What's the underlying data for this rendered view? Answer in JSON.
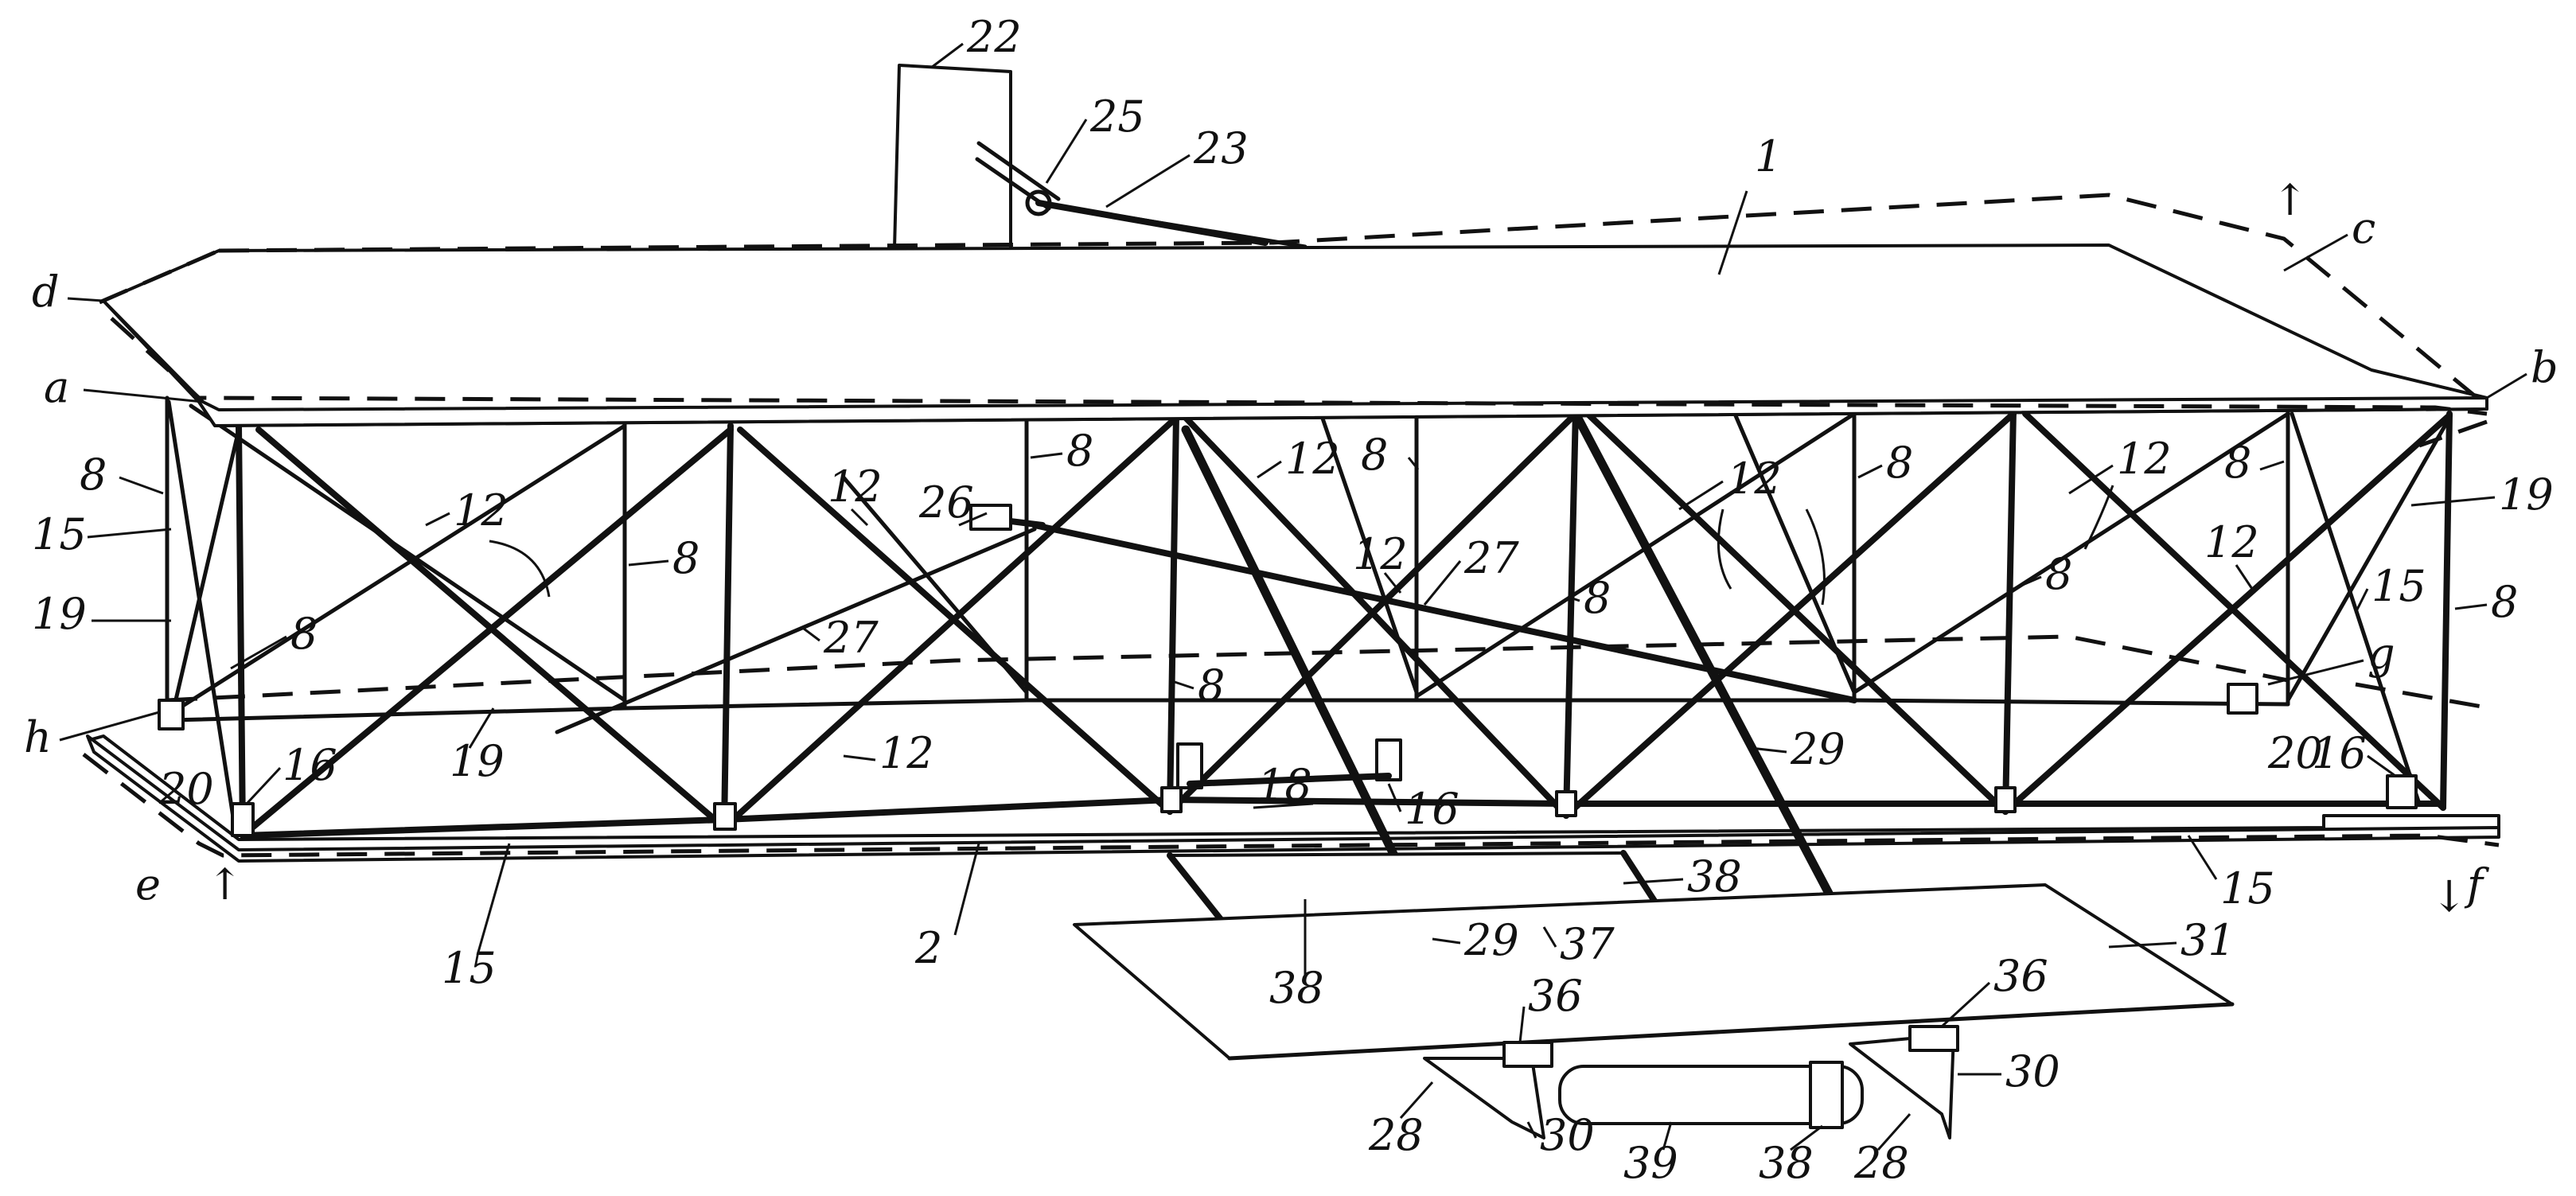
{
  "figure": {
    "parts": [
      {
        "id": "upper-surface",
        "label": "1"
      },
      {
        "id": "lower-surface",
        "label": "2"
      },
      {
        "id": "upright",
        "label": "8"
      },
      {
        "id": "diagonal-brace",
        "label": "12"
      },
      {
        "id": "lower-wire",
        "label": "15"
      },
      {
        "id": "fitting",
        "label": "16"
      },
      {
        "id": "crossbar",
        "label": "18"
      },
      {
        "id": "warp-wire",
        "label": "19"
      },
      {
        "id": "pulley",
        "label": "20"
      },
      {
        "id": "rudder",
        "label": "22"
      },
      {
        "id": "rudder-brace",
        "label": "23"
      },
      {
        "id": "rudder-hinge",
        "label": "25"
      },
      {
        "id": "hip-cradle",
        "label": "26"
      },
      {
        "id": "cradle-wire",
        "label": "27"
      },
      {
        "id": "runner",
        "label": "28"
      },
      {
        "id": "skid-strut",
        "label": "29"
      },
      {
        "id": "runner-shoe",
        "label": "30"
      },
      {
        "id": "front-rudder",
        "label": "31"
      },
      {
        "id": "hinge",
        "label": "36"
      },
      {
        "id": "rudder-frame",
        "label": "37"
      },
      {
        "id": "connector",
        "label": "38"
      },
      {
        "id": "roller",
        "label": "39"
      }
    ],
    "letters": [
      "a",
      "b",
      "c",
      "d",
      "e",
      "f",
      "g",
      "h"
    ]
  }
}
